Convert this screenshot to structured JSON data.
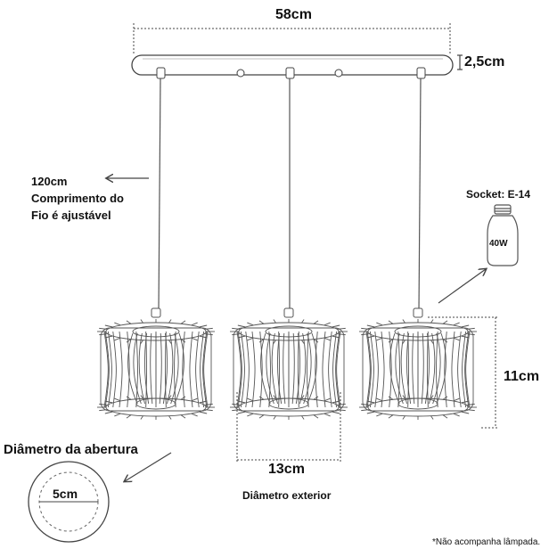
{
  "dimensions": {
    "canopy_width": "58cm",
    "canopy_height": "2,5cm",
    "cable_length": "120cm",
    "cable_note_line1": "Comprimento do",
    "cable_note_line2": "Fio é ajustável",
    "shade_height": "11cm",
    "shade_diameter": "13cm",
    "shade_diameter_label": "Diâmetro exterior",
    "opening_title": "Diâmetro da abertura",
    "opening_diameter": "5cm"
  },
  "bulb": {
    "socket_label": "Socket: E-14",
    "wattage": "40W"
  },
  "footnote": "*Não acompanha lâmpada.",
  "colors": {
    "line": "#444444",
    "text": "#111111"
  }
}
